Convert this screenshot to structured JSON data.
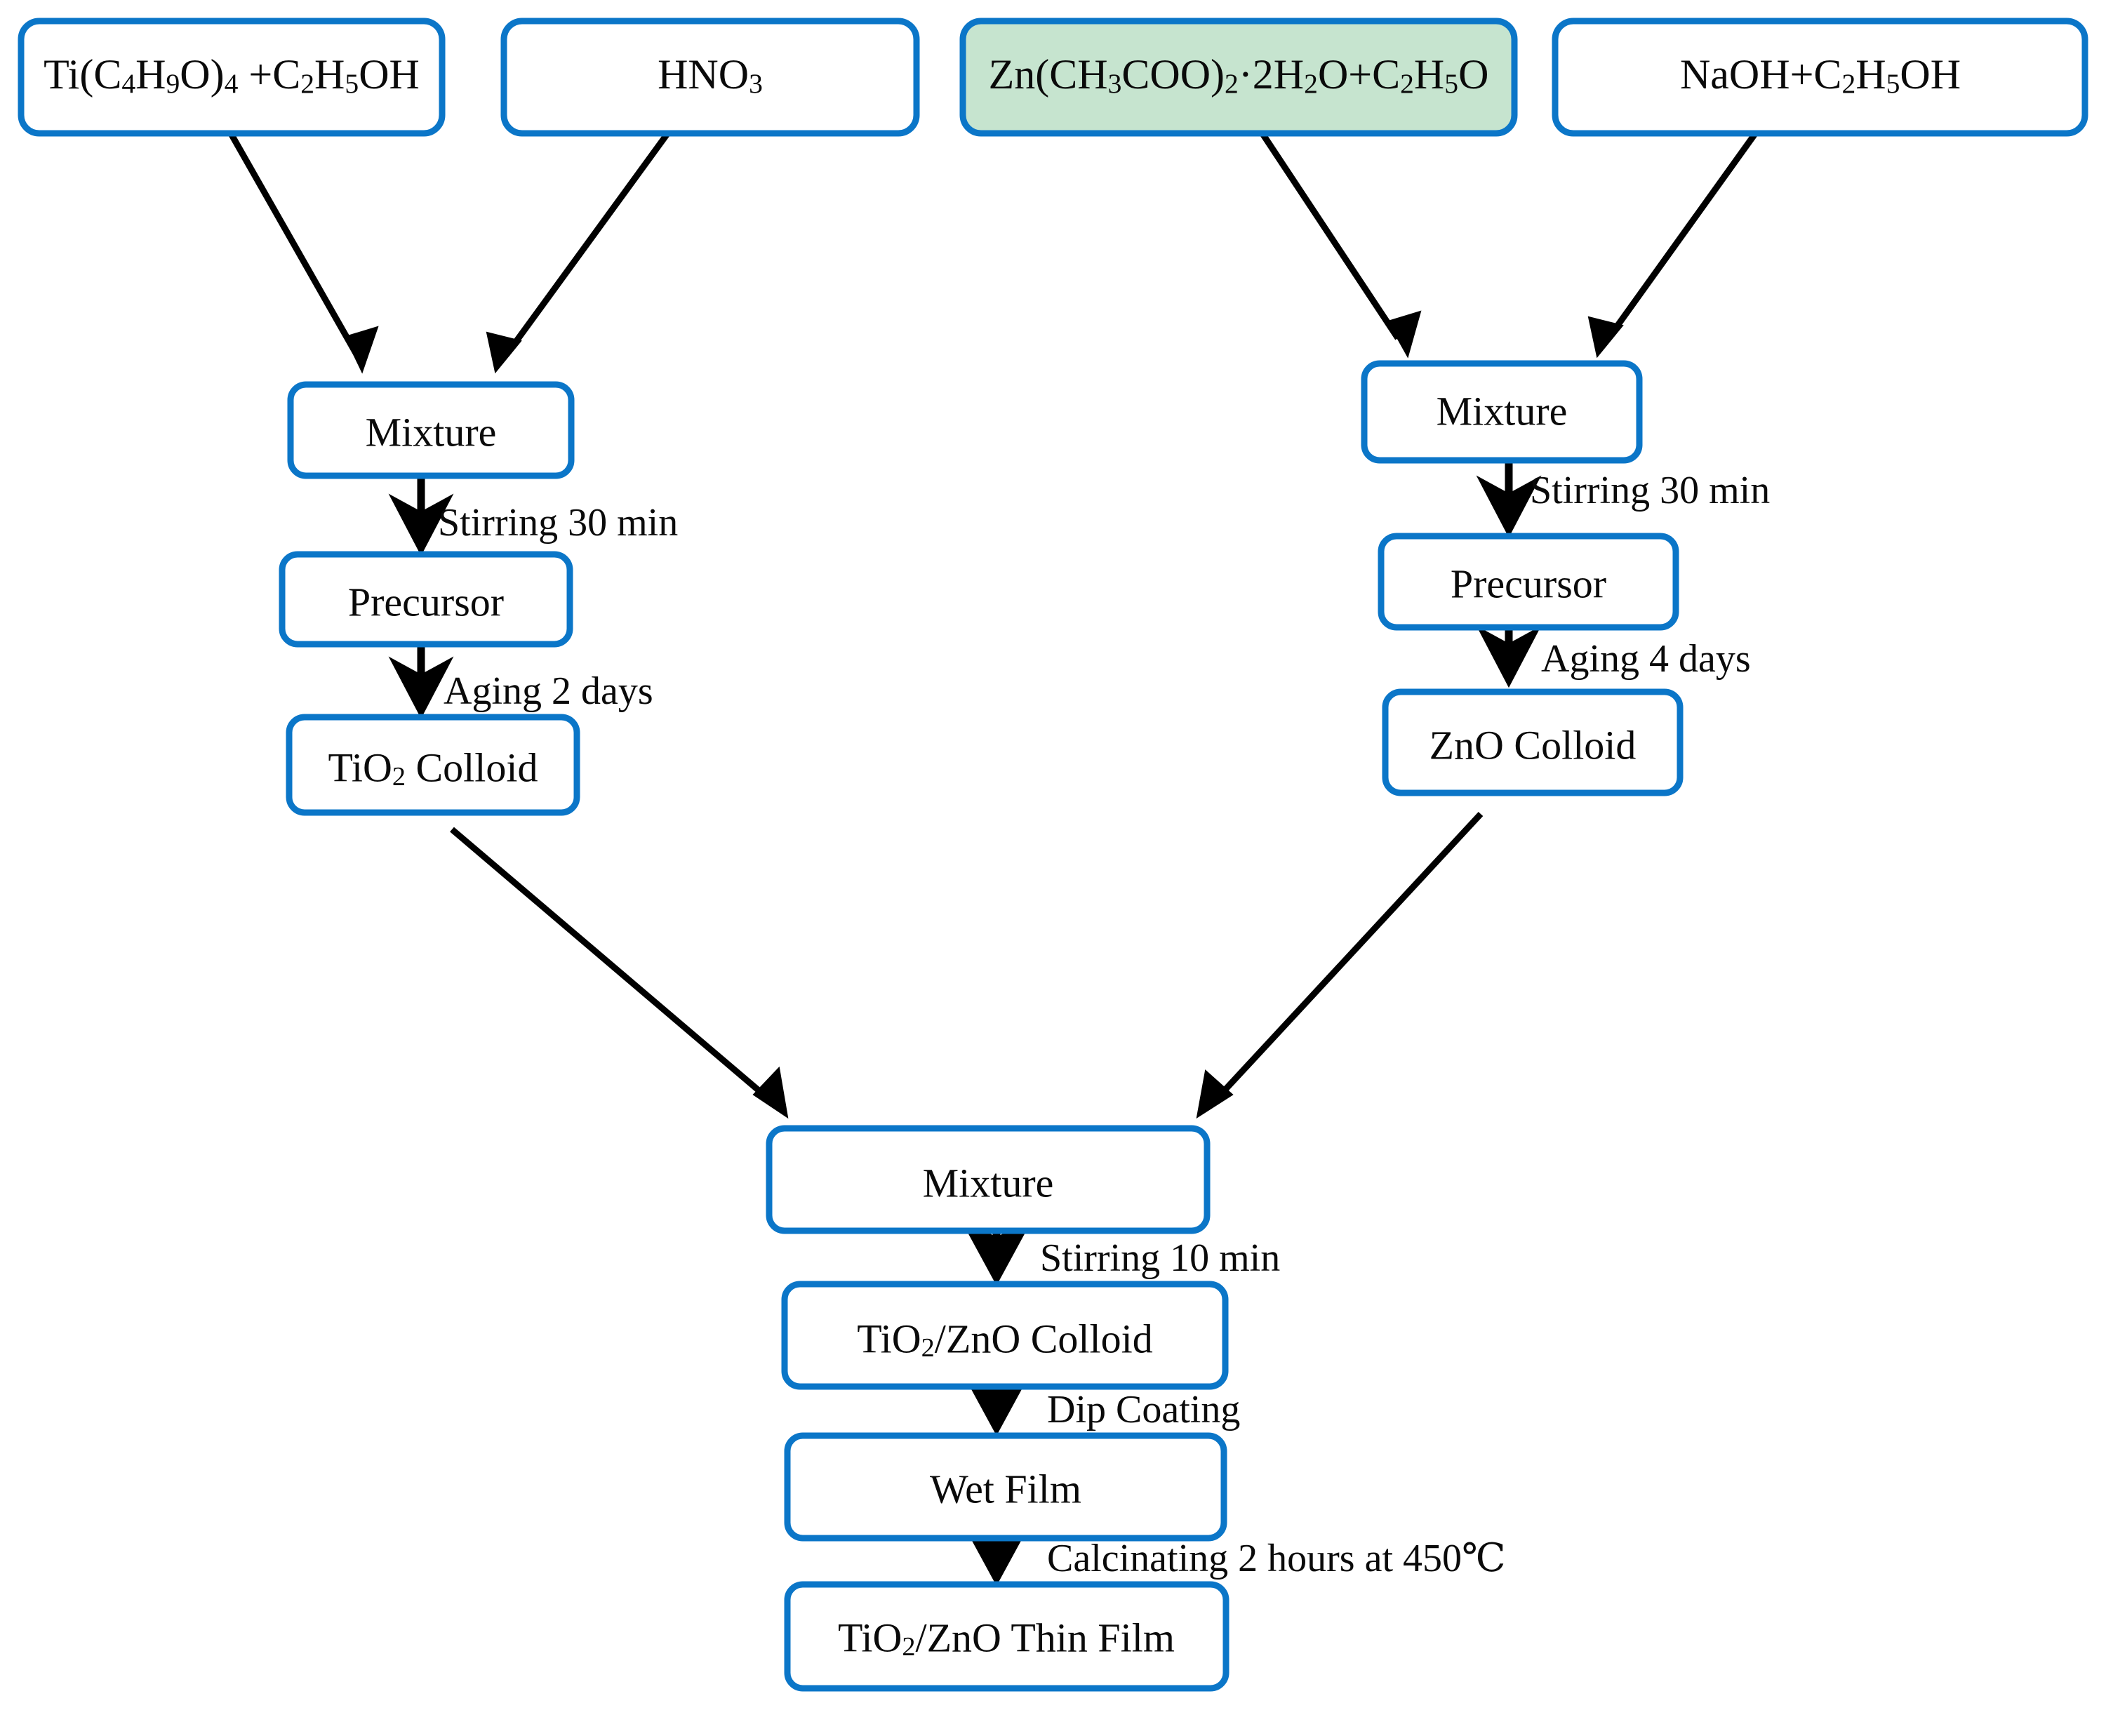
{
  "diagram": {
    "title": "TiO2/ZnO thin film sol-gel synthesis flowchart",
    "colors": {
      "box_border": "#0b76c8",
      "box_fill": "#ffffff",
      "highlight_fill": "#c6e4cf",
      "arrow": "#000000",
      "text": "#0a0a0a"
    },
    "nodes": {
      "ti_precursor_source": {
        "text_parts": [
          "Ti(C",
          "4",
          "H",
          "9",
          "O)",
          "4",
          " +C",
          "2",
          "H",
          "5",
          "OH"
        ],
        "plain": "Ti(C4H9O)4 +C2H5OH",
        "highlighted": "false"
      },
      "hno3_source": {
        "text_parts": [
          "HNO",
          "3"
        ],
        "plain": "HNO3",
        "highlighted": "false"
      },
      "zinc_acetate_source": {
        "text_parts": [
          "Zn(CH",
          "3",
          "COO)",
          "2",
          "·2H",
          "2",
          "O+C",
          "2",
          "H",
          "5",
          "O"
        ],
        "plain": "Zn(CH3COO)2·2H2O+C2H5O",
        "highlighted": "true"
      },
      "naoh_source": {
        "text_parts": [
          "NaOH+C",
          "2",
          "H",
          "5",
          "OH"
        ],
        "plain": "NaOH+C2H5OH",
        "highlighted": "false"
      },
      "left_mixture": {
        "plain": "Mixture",
        "highlighted": "false"
      },
      "left_precursor": {
        "plain": "Precursor",
        "highlighted": "false"
      },
      "tio2_colloid": {
        "text_parts": [
          "TiO",
          "2",
          " Colloid"
        ],
        "plain": "TiO2 Colloid",
        "highlighted": "false"
      },
      "right_mixture": {
        "plain": "Mixture",
        "highlighted": "false"
      },
      "right_precursor": {
        "plain": "Precursor",
        "highlighted": "false"
      },
      "zno_colloid": {
        "plain": "ZnO Colloid",
        "highlighted": "false"
      },
      "final_mixture": {
        "plain": "Mixture",
        "highlighted": "false"
      },
      "tio2_zno_colloid": {
        "text_parts": [
          "TiO",
          "2",
          "/ZnO Colloid"
        ],
        "plain": "TiO2/ZnO Colloid",
        "highlighted": "false"
      },
      "wet_film": {
        "plain": "Wet Film",
        "highlighted": "false"
      },
      "thin_film": {
        "text_parts": [
          "TiO",
          "2",
          "/ZnO Thin Film"
        ],
        "plain": "TiO2/ZnO Thin Film",
        "highlighted": "false"
      }
    },
    "edge_labels": {
      "left_stirring": "Stirring 30 min",
      "left_aging": "Aging 2 days",
      "right_stirring": "Stirring 30 min",
      "right_aging": "Aging 4 days",
      "final_stirring": "Stirring 10 min",
      "dip_coating": "Dip Coating",
      "calcinating": "Calcinating 2 hours at 450℃"
    }
  }
}
